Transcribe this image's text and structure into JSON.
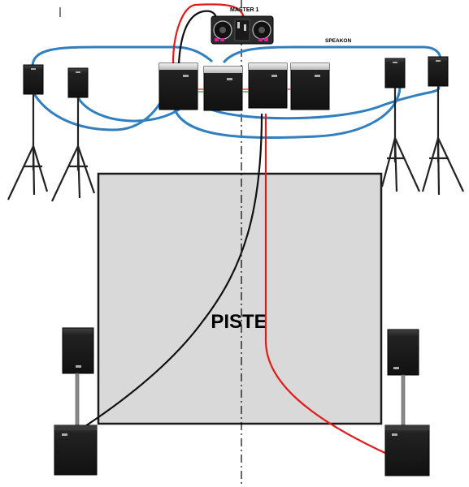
{
  "labels": {
    "master": "MASTER 1",
    "speakon": "SPEAKON",
    "floor": "PISTE"
  },
  "colors": {
    "speakon_cable": "#2f7fc1",
    "red_cable": "#e01b1b",
    "black_cable": "#111111",
    "floor_fill": "#d9d9d9",
    "floor_border": "#1a1a1a",
    "speaker_body": "#1e1e1e",
    "subwoofer_body": "#161616",
    "controller_body": "#2a2a2a",
    "accent_pad": "#d6249f"
  },
  "icons": {
    "controller": "dj-controller-icon",
    "top_speaker": "loudspeaker-icon",
    "subwoofer": "subwoofer-icon",
    "tripod": "tripod-stand-icon",
    "pole": "speaker-pole-icon"
  }
}
